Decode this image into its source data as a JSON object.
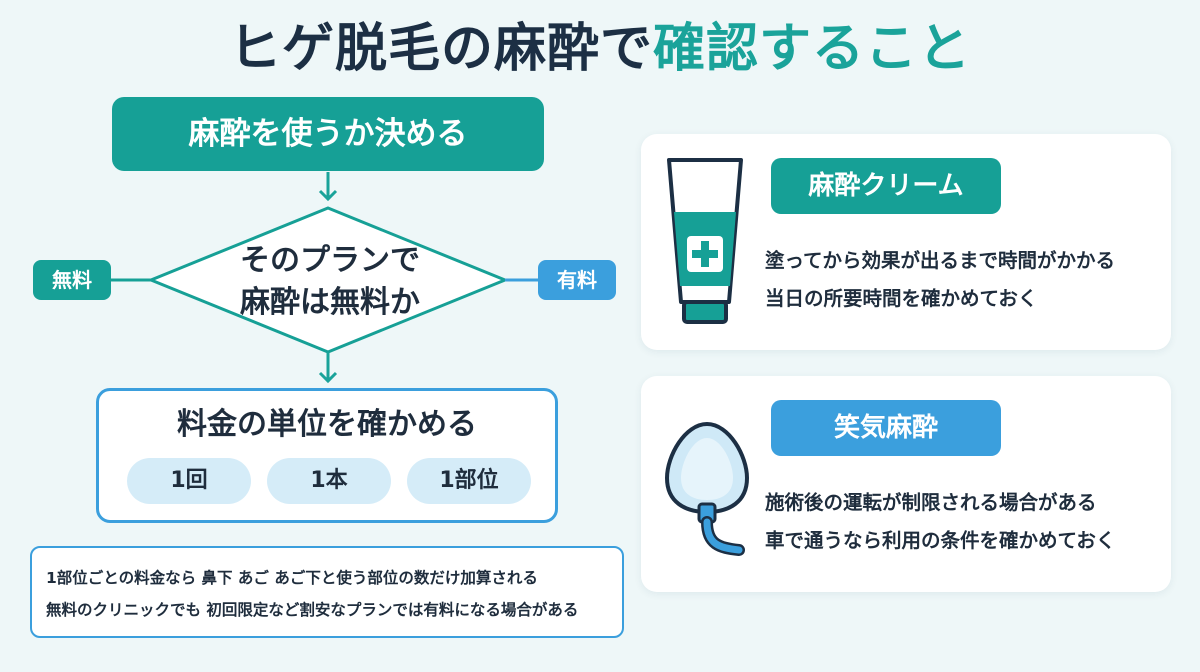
{
  "header": {
    "title_part1": "ヒゲ脱毛の麻酔で",
    "title_part2": "確認すること"
  },
  "flow": {
    "start": "麻酔を使うか決める",
    "decision_line1": "そのプランで",
    "decision_line2": "麻酔は無料か",
    "left_tag": "無料",
    "right_tag": "有料",
    "unit_title": "料金の単位を確かめる",
    "units": [
      "1回",
      "1本",
      "1部位"
    ]
  },
  "note": {
    "line1": "1部位ごとの料金なら 鼻下 あご あご下と使う部位の数だけ加算される",
    "line2": "無料のクリニックでも 初回限定など割安なプランでは有料になる場合がある"
  },
  "cards": {
    "cream": {
      "heading": "麻酔クリーム",
      "line1": "塗ってから効果が出るまで時間がかかる",
      "line2": "当日の所要時間を確かめておく",
      "icon": "cream-tube-icon"
    },
    "gas": {
      "heading": "笑気麻酔",
      "line1": "施術後の運転が制限される場合がある",
      "line2": "車で通うなら利用の条件を確かめておく",
      "icon": "gas-mask-icon"
    }
  },
  "colors": {
    "teal": "#16a096",
    "blue": "#3b9fdd",
    "navy": "#1c2f44",
    "background": "#eef7f8"
  }
}
